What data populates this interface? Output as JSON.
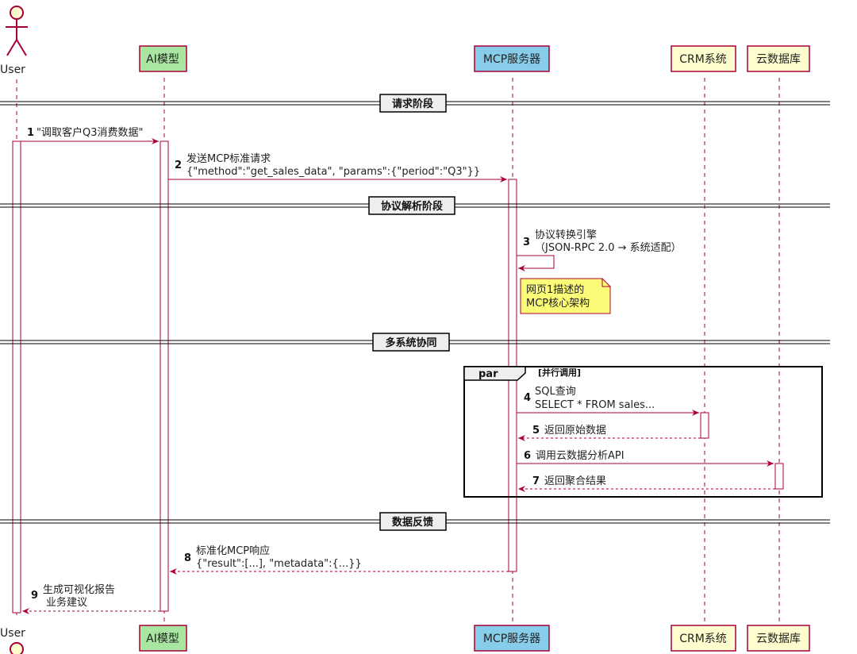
{
  "participants": [
    {
      "id": "user",
      "label": "User",
      "kind": "actor"
    },
    {
      "id": "ai",
      "label": "AI模型",
      "color": "#a8e6a1"
    },
    {
      "id": "mcp",
      "label": "MCP服务器",
      "color": "#87cdea"
    },
    {
      "id": "crm",
      "label": "CRM系统",
      "color": "#fefece"
    },
    {
      "id": "cloud",
      "label": "云数据库",
      "color": "#fefece"
    }
  ],
  "dividers": [
    "请求阶段",
    "协议解析阶段",
    "多系统协同",
    "数据反馈"
  ],
  "messages": [
    {
      "n": "1",
      "lines": [
        "\"调取客户Q3消费数据\""
      ]
    },
    {
      "n": "2",
      "lines": [
        "发送MCP标准请求",
        "{\"method\":\"get_sales_data\", \"params\":{\"period\":\"Q3\"}}"
      ]
    },
    {
      "n": "3",
      "lines": [
        "协议转换引擎",
        "（JSON-RPC 2.0 → 系统适配）"
      ]
    },
    {
      "n": "4",
      "lines": [
        "SQL查询",
        "SELECT * FROM sales..."
      ]
    },
    {
      "n": "5",
      "lines": [
        "返回原始数据"
      ]
    },
    {
      "n": "6",
      "lines": [
        "调用云数据分析API"
      ]
    },
    {
      "n": "7",
      "lines": [
        "返回聚合结果"
      ]
    },
    {
      "n": "8",
      "lines": [
        "标准化MCP响应",
        "{\"result\":[...], \"metadata\":{...}}"
      ]
    },
    {
      "n": "9",
      "lines": [
        "生成可视化报告",
        "业务建议"
      ]
    }
  ],
  "note": [
    "网页1描述的",
    "MCP核心架构"
  ],
  "fragment": {
    "keyword": "par",
    "guard": "[并行调用]"
  },
  "colors": {
    "arrow": "#a80036",
    "divider_bg": "#eeeeee",
    "note_bg": "#fbfb77",
    "lifeline": "#a80036"
  }
}
